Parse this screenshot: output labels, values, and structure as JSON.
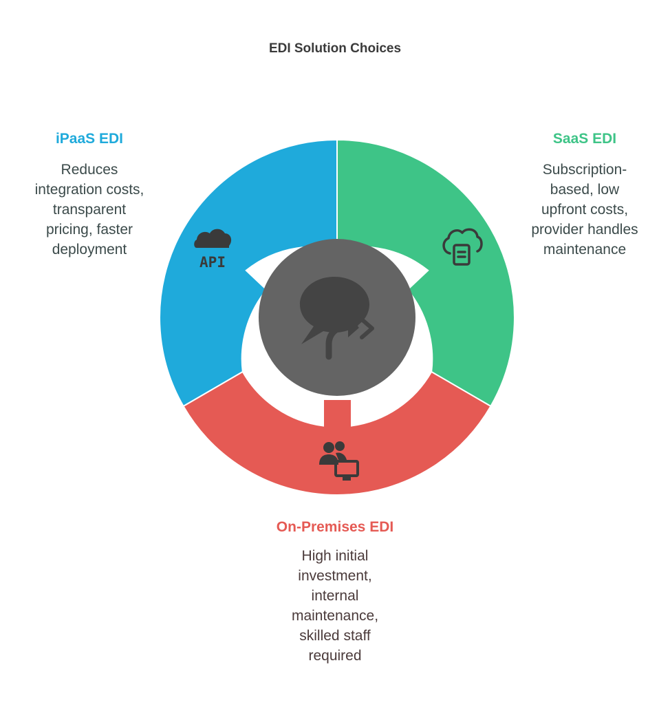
{
  "title": "EDI Solution Choices",
  "colors": {
    "ipaas": "#1faadb",
    "saas": "#3ec487",
    "onprem": "#e55a54",
    "hub": "#646464",
    "hub_icon": "#444444",
    "icon": "#3a3a3a",
    "text": "#3b4a4a"
  },
  "options": {
    "ipaas": {
      "heading": "iPaaS EDI",
      "lines": [
        "Reduces",
        "integration costs,",
        "transparent",
        "pricing, faster",
        "deployment"
      ],
      "icon": "cloud-api-icon"
    },
    "saas": {
      "heading": "SaaS EDI",
      "lines": [
        "Subscription-",
        "based, low",
        "upfront costs,",
        "provider handles",
        "maintenance"
      ],
      "icon": "cloud-document-icon"
    },
    "onprem": {
      "heading": "On-Premises EDI",
      "lines": [
        "High initial",
        "investment,",
        "internal",
        "maintenance,",
        "skilled staff",
        "required"
      ],
      "icon": "users-monitor-icon"
    }
  },
  "hub": {
    "icon": "chat-forward-icon"
  },
  "icon_text": {
    "api": "API"
  }
}
